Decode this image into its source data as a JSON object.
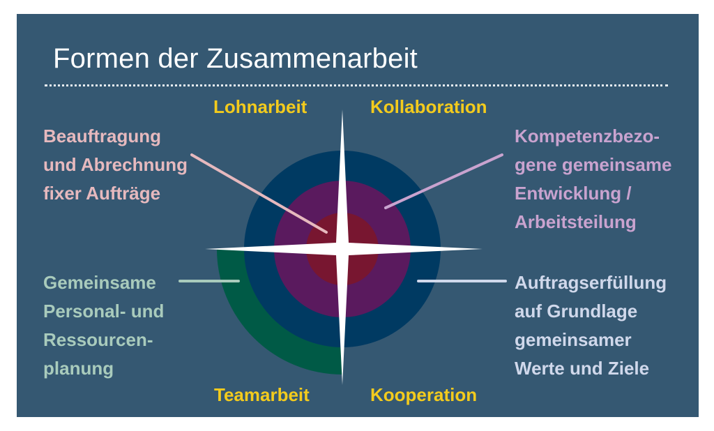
{
  "title": "Formen der Zusammenarbeit",
  "colors": {
    "background": "#355872",
    "quadrant_label": "#f3cb1d",
    "lohnarbeit_text": "#e6b9be",
    "kollaboration_text": "#c9a3cf",
    "teamarbeit_text": "#a9cbbc",
    "kooperation_text": "#d0d8eb",
    "ring_teamarbeit": "#005a46",
    "ring_kooperation": "#003a62",
    "ring_kollaboration": "#5a1a5e",
    "ring_lohnarbeit": "#781630",
    "star": "#ffffff"
  },
  "quadrants": {
    "top_left": "Lohnarbeit",
    "top_right": "Kollaboration",
    "bottom_left": "Teamarbeit",
    "bottom_right": "Kooperation"
  },
  "descriptions": {
    "lohnarbeit": [
      "Beauftragung",
      "und Abrechnung",
      "fixer Aufträge"
    ],
    "kollaboration": [
      "Kompetenzbezo-",
      "gene gemeinsame",
      "Entwicklung /",
      "Arbeitsteilung"
    ],
    "teamarbeit": [
      "Gemeinsame",
      "Personal- und",
      "Ressourcen-",
      "planung"
    ],
    "kooperation": [
      "Auftragserfüllung",
      "auf Grundlage",
      "gemeinsamer",
      "Werte und Ziele"
    ]
  }
}
